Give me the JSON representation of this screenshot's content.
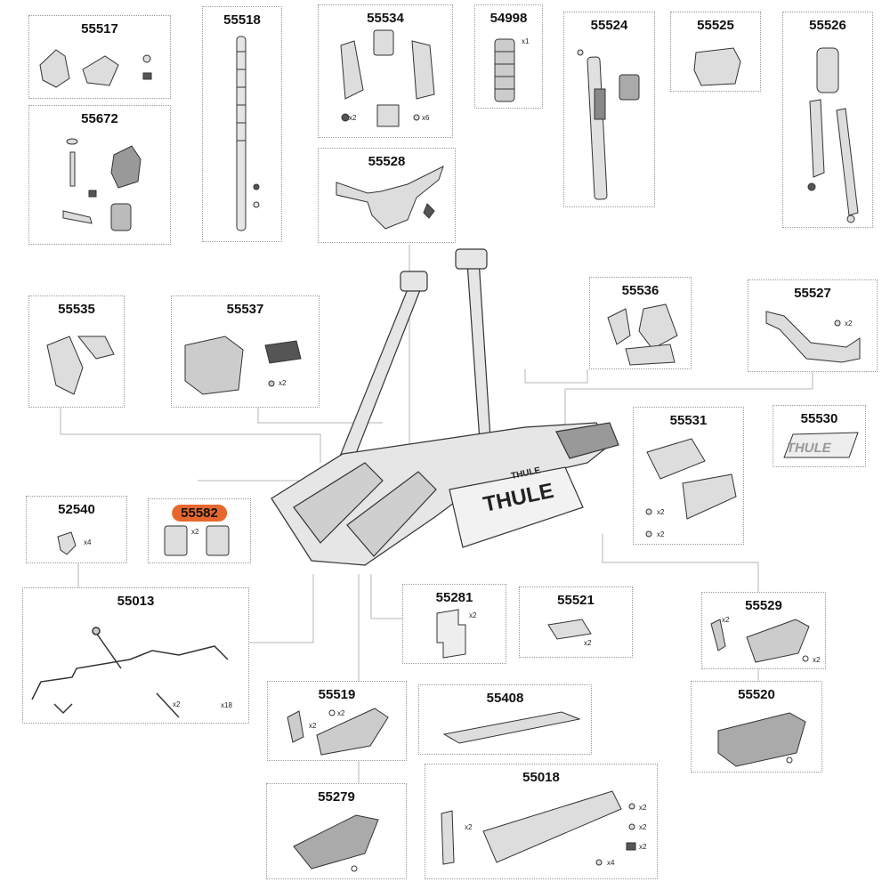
{
  "parts": [
    {
      "id": "55517"
    },
    {
      "id": "55672"
    },
    {
      "id": "55518"
    },
    {
      "id": "55534"
    },
    {
      "id": "54998"
    },
    {
      "id": "55524"
    },
    {
      "id": "55525"
    },
    {
      "id": "55526"
    },
    {
      "id": "55528"
    },
    {
      "id": "55535"
    },
    {
      "id": "55537"
    },
    {
      "id": "55536"
    },
    {
      "id": "55527"
    },
    {
      "id": "55530"
    },
    {
      "id": "55531"
    },
    {
      "id": "52540"
    },
    {
      "id": "55582",
      "highlight": true
    },
    {
      "id": "55013"
    },
    {
      "id": "55281"
    },
    {
      "id": "55521"
    },
    {
      "id": "55529"
    },
    {
      "id": "55520"
    },
    {
      "id": "55519"
    },
    {
      "id": "55408"
    },
    {
      "id": "55279"
    },
    {
      "id": "55018"
    }
  ],
  "highlight_color": "#e8672e",
  "qty": {
    "x1": "x1",
    "x2": "x2",
    "x4": "x4",
    "x6": "x6",
    "x18": "x18"
  },
  "brand": "THULE"
}
